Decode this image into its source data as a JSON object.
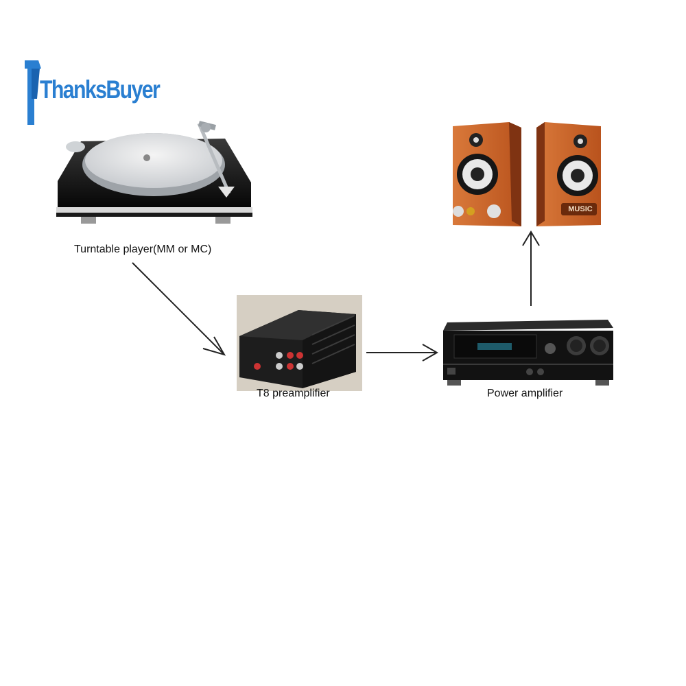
{
  "logo": {
    "text": "ThanksBuyer",
    "color": "#2a7fd1"
  },
  "nodes": {
    "turntable": {
      "label": "Turntable player(MM or MC)"
    },
    "preamp": {
      "label": "T8  preamplifier"
    },
    "amplifier": {
      "label": "Power amplifier"
    },
    "speakers": {
      "badge": "MUSIC"
    }
  },
  "colors": {
    "wood": "#c9652a",
    "woodDark": "#8a3a14",
    "arrow": "#222222"
  }
}
